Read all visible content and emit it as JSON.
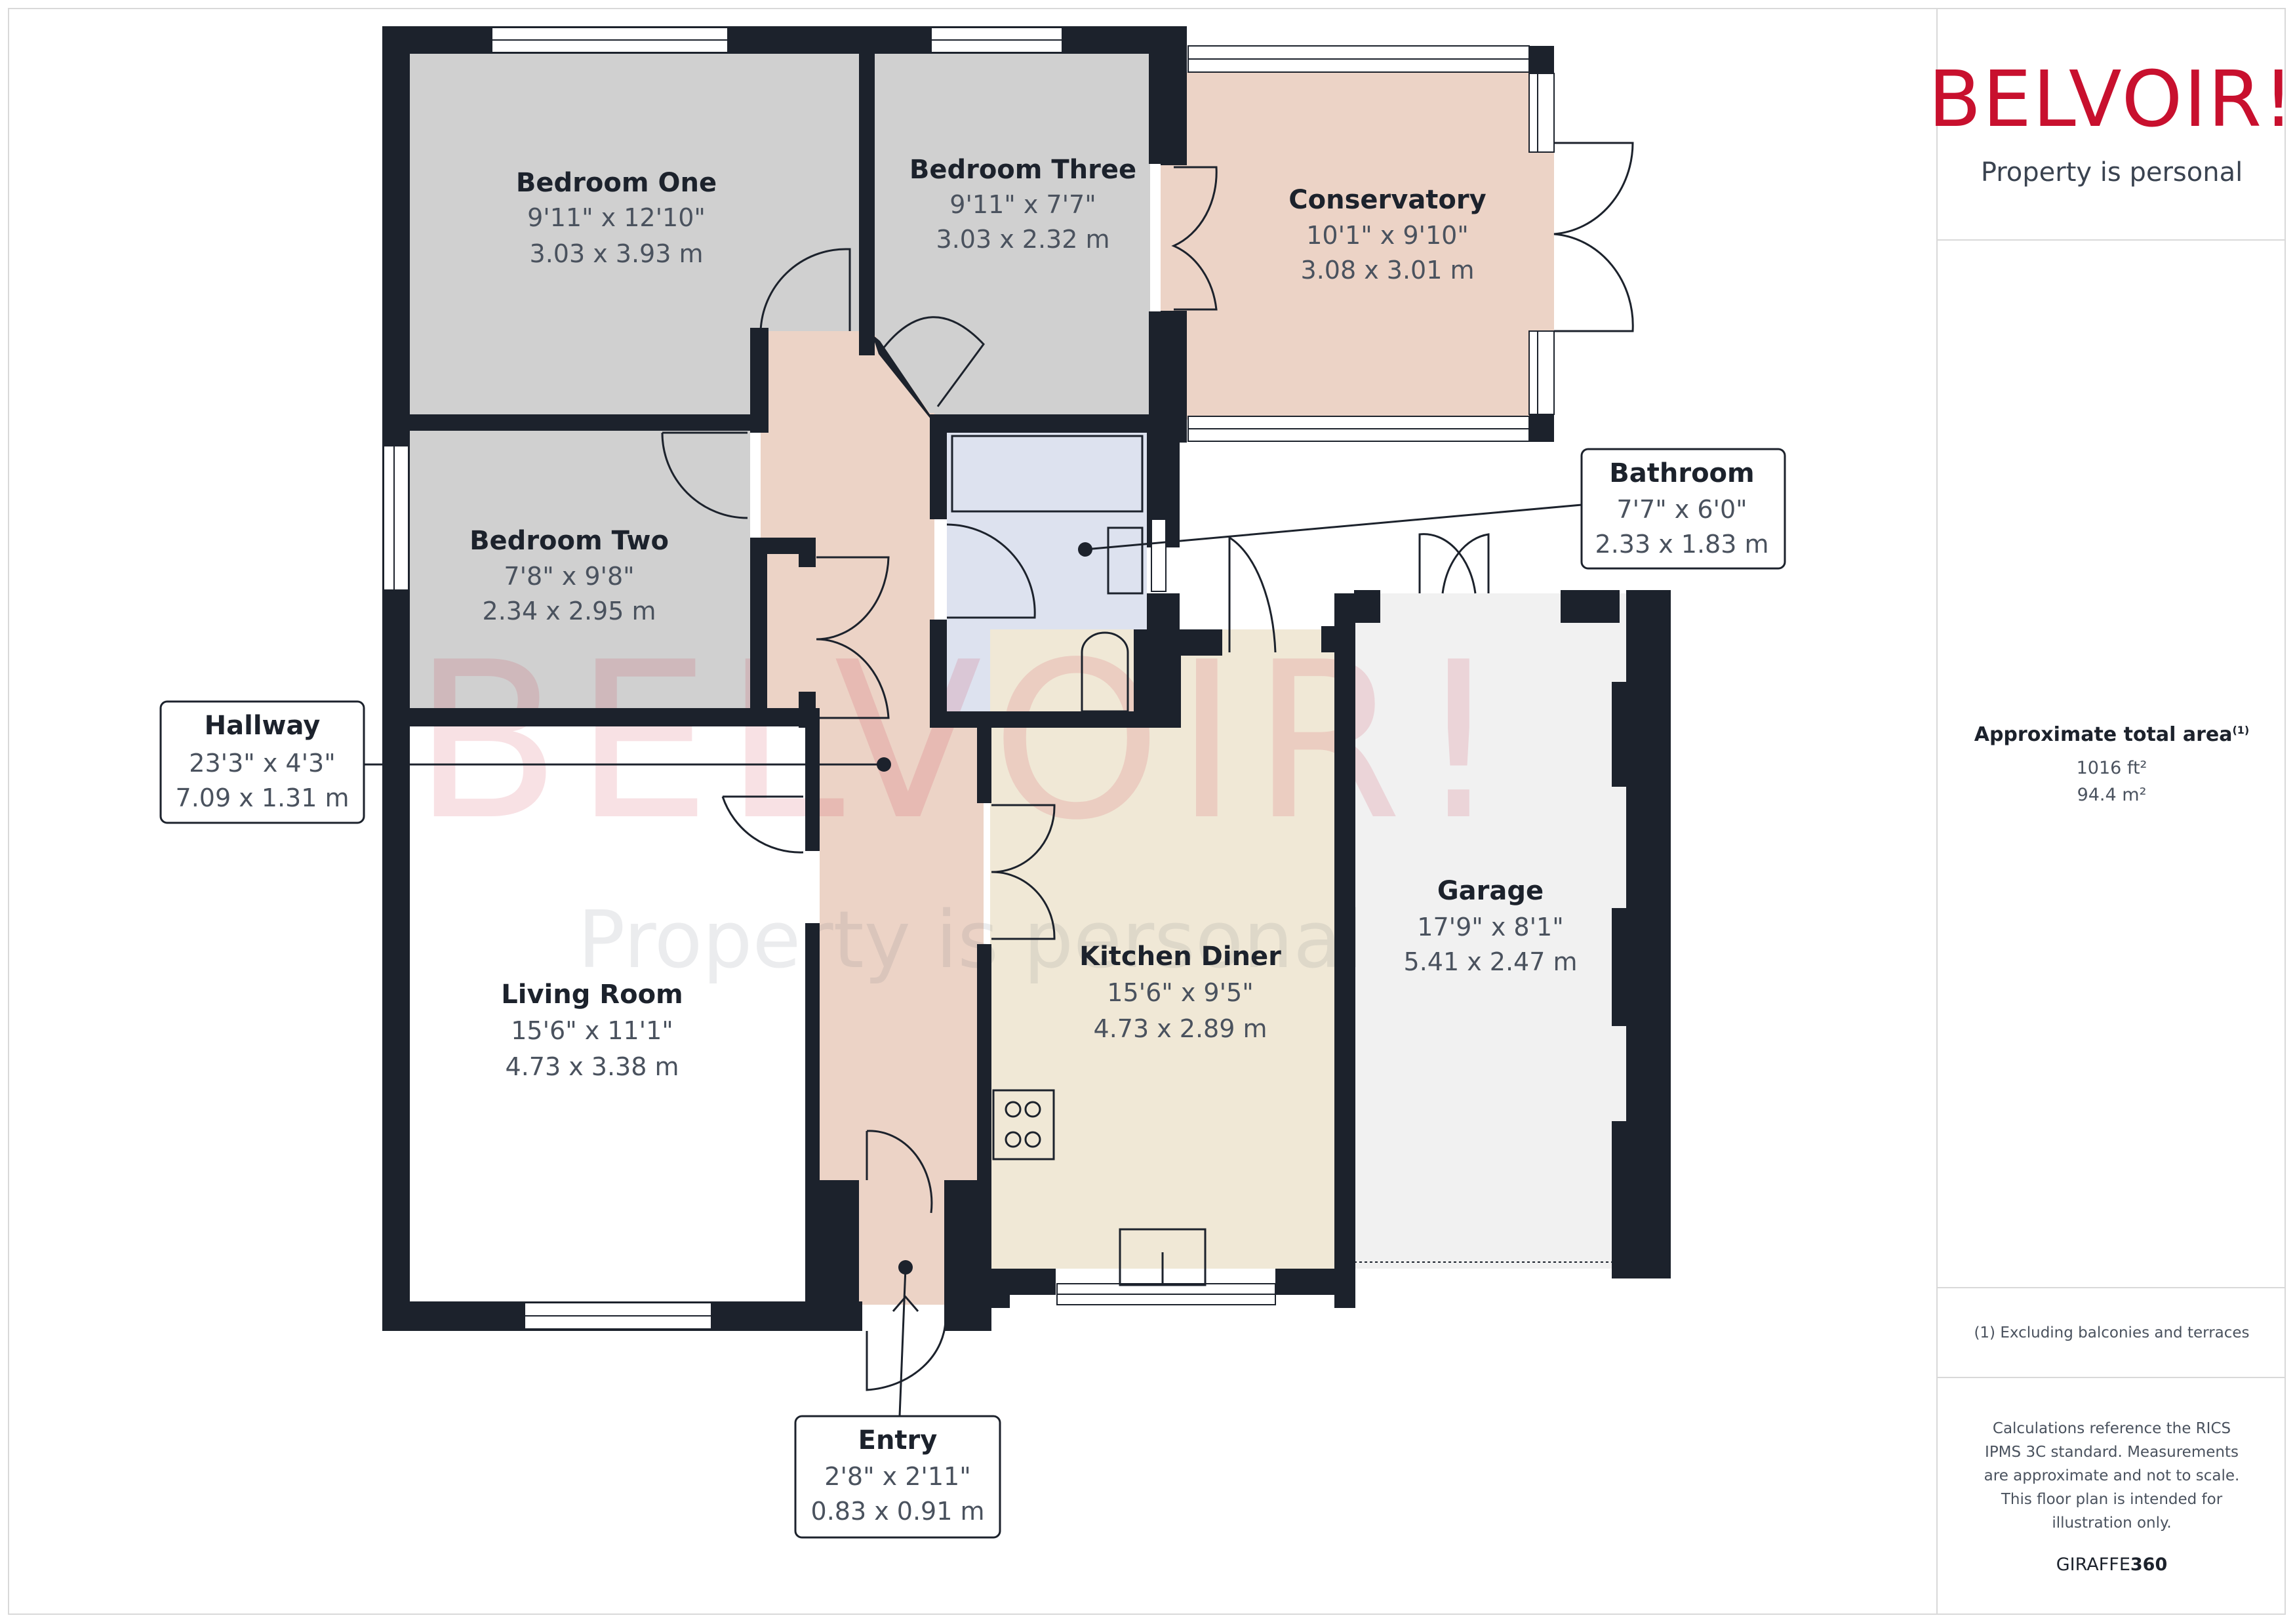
{
  "brand": {
    "logo_text": "BELVOIR!",
    "tagline": "Property is personal",
    "color": "#c8102e"
  },
  "summary": {
    "title": "Approximate total area",
    "title_footnote": "(1)",
    "area_ft": "1016 ft²",
    "area_m": "94.4 m²"
  },
  "footnote": "(1) Excluding balconies and terraces",
  "disclaimer": "Calculations reference the RICS IPMS 3C standard. Measurements are approximate and not to scale. This floor plan is intended for illustration only.",
  "credit": {
    "prefix": "GIRAFFE",
    "suffix": "360"
  },
  "watermark": {
    "logo": "BELVOIR!",
    "tagline": "Property is personal"
  },
  "colors": {
    "wall": "#1c222c",
    "bedroom": "#d0d0d0",
    "hallway": "#ecd3c6",
    "bathroom": "#dde2ef",
    "kitchen": "#f0e8d6",
    "garage": "#f1f1f1"
  },
  "rooms": {
    "bedroom_one": {
      "name": "Bedroom One",
      "imperial": "9'11\" x 12'10\"",
      "metric": "3.03 x 3.93 m"
    },
    "bedroom_three": {
      "name": "Bedroom Three",
      "imperial": "9'11\" x 7'7\"",
      "metric": "3.03 x 2.32 m"
    },
    "conservatory": {
      "name": "Conservatory",
      "imperial": "10'1\" x 9'10\"",
      "metric": "3.08 x 3.01 m"
    },
    "bedroom_two": {
      "name": "Bedroom Two",
      "imperial": "7'8\" x 9'8\"",
      "metric": "2.34 x 2.95 m"
    },
    "bathroom": {
      "name": "Bathroom",
      "imperial": "7'7\" x 6'0\"",
      "metric": "2.33 x 1.83 m"
    },
    "hallway": {
      "name": "Hallway",
      "imperial": "23'3\" x 4'3\"",
      "metric": "7.09 x 1.31 m"
    },
    "living_room": {
      "name": "Living Room",
      "imperial": "15'6\" x 11'1\"",
      "metric": "4.73 x 3.38 m"
    },
    "kitchen_diner": {
      "name": "Kitchen Diner",
      "imperial": "15'6\" x 9'5\"",
      "metric": "4.73 x 2.89 m"
    },
    "garage": {
      "name": "Garage",
      "imperial": "17'9\" x 8'1\"",
      "metric": "5.41 x 2.47 m"
    },
    "entry": {
      "name": "Entry",
      "imperial": "2'8\" x 2'11\"",
      "metric": "0.83 x 0.91 m"
    }
  }
}
